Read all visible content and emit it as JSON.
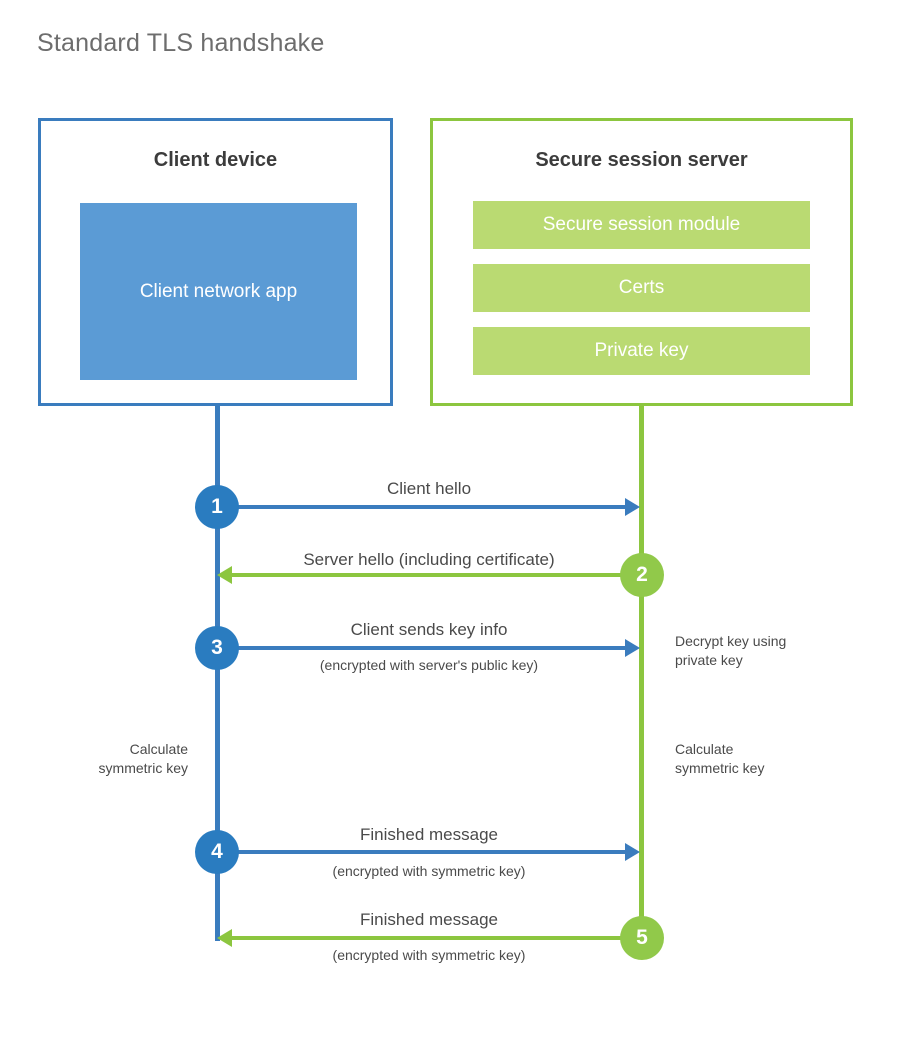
{
  "title": "Standard TLS handshake",
  "participants": {
    "client": {
      "title": "Client device",
      "block_label": "Client network app",
      "border_color": "#3a7cbe",
      "block_color": "#5b9bd5"
    },
    "server": {
      "title": "Secure session server",
      "border_color": "#8cc63f",
      "bar_color": "#bada72",
      "bars": [
        {
          "label": "Secure session module"
        },
        {
          "label": "Certs"
        },
        {
          "label": "Private key"
        }
      ]
    }
  },
  "steps": [
    {
      "number": "1",
      "label": "Client hello",
      "sublabel": "",
      "direction": "client-to-server",
      "color": "#3a7cbe"
    },
    {
      "number": "2",
      "label": "Server hello (including certificate)",
      "sublabel": "",
      "direction": "server-to-client",
      "color": "#8cc63f"
    },
    {
      "number": "3",
      "label": "Client sends key info",
      "sublabel": "(encrypted with server's public key)",
      "direction": "client-to-server",
      "color": "#3a7cbe"
    },
    {
      "number": "4",
      "label": "Finished message",
      "sublabel": "(encrypted with symmetric key)",
      "direction": "client-to-server",
      "color": "#3a7cbe"
    },
    {
      "number": "5",
      "label": "Finished message",
      "sublabel": "(encrypted with symmetric key)",
      "direction": "server-to-client",
      "color": "#8cc63f"
    }
  ],
  "annotations": {
    "server_decrypt": "Decrypt key using\nprivate key",
    "client_calculate": "Calculate\nsymmetric key",
    "server_calculate": "Calculate\nsymmetric key"
  }
}
